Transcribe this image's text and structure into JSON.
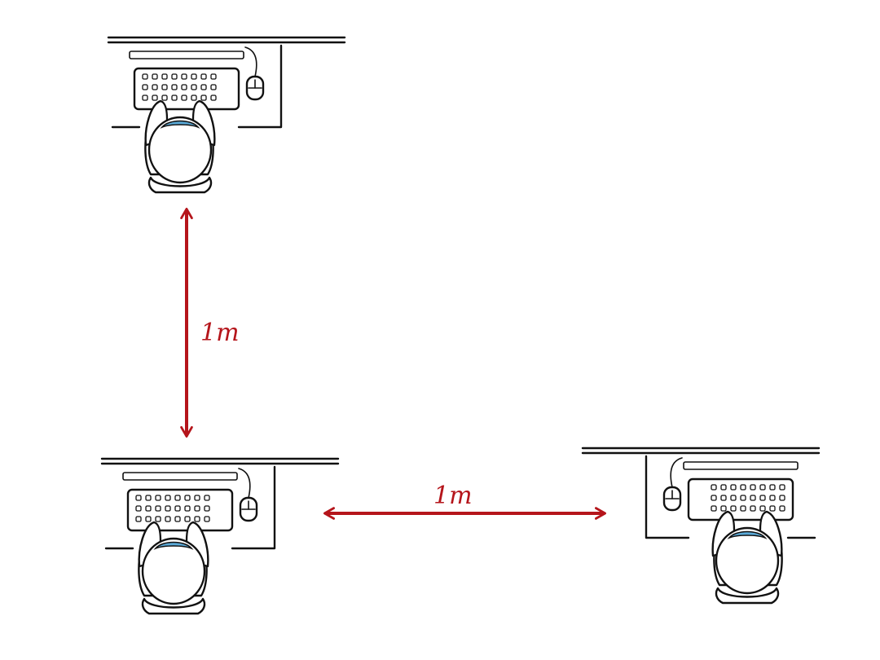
{
  "diagram": {
    "accent_color": "#b5151b",
    "ink_color": "#111111",
    "hair_color": "#5aaad8",
    "workstations": [
      {
        "id": "workstation-top-left",
        "items": [
          "desk",
          "keyboard",
          "mouse",
          "chair",
          "person"
        ]
      },
      {
        "id": "workstation-bottom-left",
        "items": [
          "desk",
          "keyboard",
          "mouse",
          "chair",
          "person"
        ]
      },
      {
        "id": "workstation-bottom-right",
        "items": [
          "desk",
          "keyboard",
          "mouse",
          "chair",
          "person"
        ]
      }
    ],
    "measurements": {
      "vertical": {
        "value": 1,
        "unit": "m",
        "label": "1m"
      },
      "horizontal": {
        "value": 1,
        "unit": "m",
        "label": "1m"
      }
    }
  }
}
